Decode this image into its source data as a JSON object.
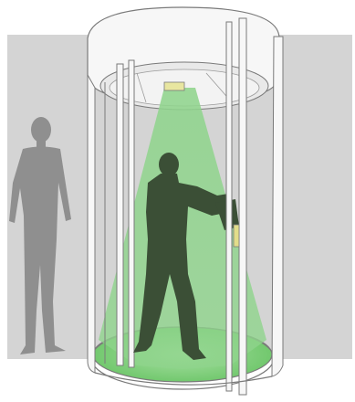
{
  "scene": {
    "subject": "security-portal-illustration",
    "elements": [
      "background-wall",
      "waiting-person-silhouette",
      "cylindrical-booth",
      "ceiling-sensor",
      "sensor-beam",
      "walking-person-silhouette",
      "door-handle"
    ]
  },
  "colors": {
    "page_background": "#ffffff",
    "wall": "#d4d4d4",
    "waiting_person": "#8f8f8f",
    "booth_frame": "#f7f7f7",
    "booth_outline": "#7a7a7a",
    "sensor_beam": "#8fd48c",
    "floor_glow": "#7fcf7c",
    "sensor": "#e8e6a0",
    "handle": "#e2dd8a",
    "walking_person": "#3b4f36"
  }
}
